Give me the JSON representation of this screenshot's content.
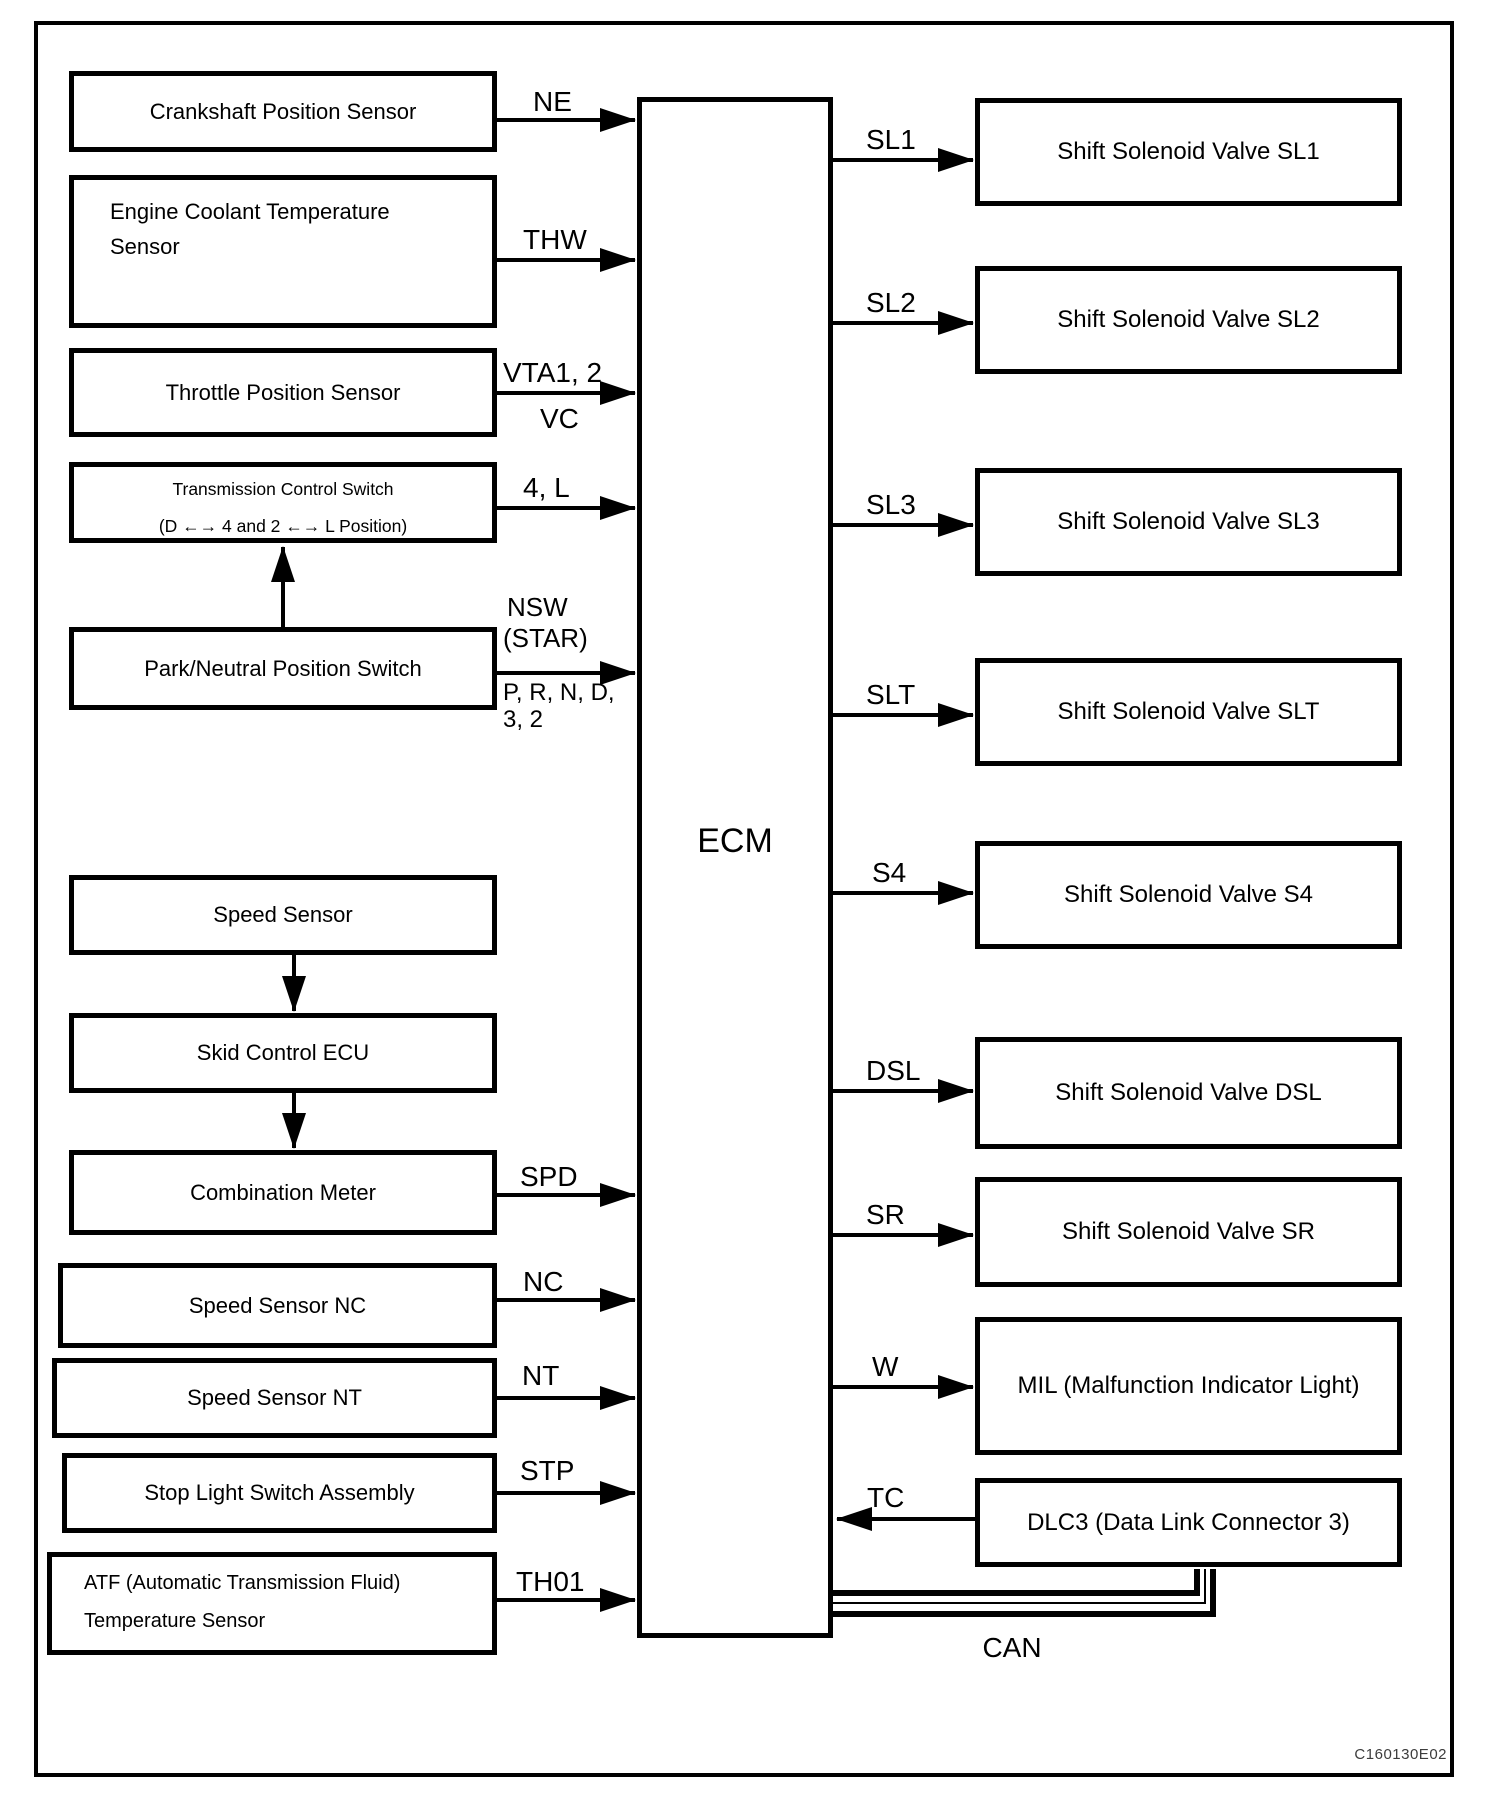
{
  "diagram": {
    "ecm_label": "ECM",
    "can_label": "CAN",
    "footer_code": "C160130E02",
    "left_boxes": [
      {
        "label": "Crankshaft Position Sensor"
      },
      {
        "line1": "Engine Coolant Temperature",
        "line2": "Sensor"
      },
      {
        "label": "Throttle Position Sensor"
      },
      {
        "line1": "Transmission Control Switch",
        "line2": "(D ←→ 4 and 2 ←→ L Position)"
      },
      {
        "label": "Park/Neutral Position Switch"
      },
      {
        "label": "Speed Sensor"
      },
      {
        "label": "Skid Control ECU"
      },
      {
        "label": "Combination Meter"
      },
      {
        "label": "Speed Sensor NC"
      },
      {
        "label": "Speed Sensor NT"
      },
      {
        "label": "Stop Light Switch Assembly"
      },
      {
        "line1": "ATF (Automatic Transmission Fluid)",
        "line2": "Temperature Sensor"
      }
    ],
    "right_boxes": [
      {
        "label": "Shift Solenoid Valve SL1"
      },
      {
        "label": "Shift Solenoid Valve SL2"
      },
      {
        "label": "Shift Solenoid Valve SL3"
      },
      {
        "label": "Shift Solenoid Valve SLT"
      },
      {
        "label": "Shift Solenoid Valve S4"
      },
      {
        "label": "Shift Solenoid Valve DSL"
      },
      {
        "label": "Shift Solenoid Valve SR"
      },
      {
        "label": "MIL (Malfunction Indicator Light)"
      },
      {
        "label": "DLC3 (Data Link Connector 3)"
      }
    ],
    "signals": {
      "ne": "NE",
      "thw": "THW",
      "vta": "VTA1, 2",
      "vc": "VC",
      "four_l": "4, L",
      "nsw": "NSW",
      "star": "(STAR)",
      "prnd": "P, R, N, D,",
      "three_two": "3, 2",
      "spd": "SPD",
      "nc": "NC",
      "nt": "NT",
      "stp": "STP",
      "th01": "TH01",
      "sl1": "SL1",
      "sl2": "SL2",
      "sl3": "SL3",
      "slt": "SLT",
      "s4": "S4",
      "dsl": "DSL",
      "sr": "SR",
      "w": "W",
      "tc": "TC"
    },
    "colors": {
      "line": "#000000",
      "background": "#ffffff"
    }
  }
}
